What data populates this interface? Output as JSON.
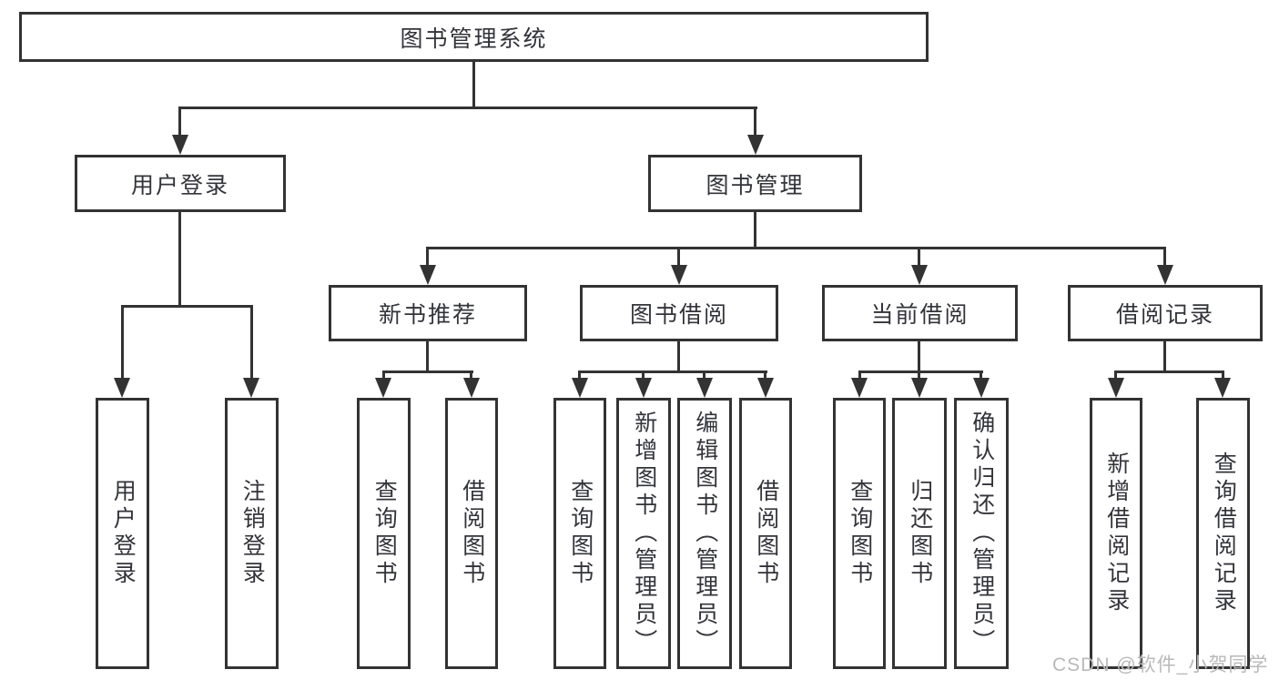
{
  "colors": {
    "line": "#333333",
    "node_border": "#333333",
    "node_fill": "#ffffff",
    "text": "#33343a",
    "background": "#ffffff",
    "watermark_text": "#b9b9b9"
  },
  "watermark": {
    "text": "CSDN @软件_小贺同学"
  },
  "tree": {
    "root": {
      "label": "图书管理系统"
    },
    "children": [
      {
        "label": "用户登录",
        "children": [
          {
            "label": "用户登录"
          },
          {
            "label": "注销登录"
          }
        ]
      },
      {
        "label": "图书管理",
        "children": [
          {
            "label": "新书推荐",
            "children": [
              {
                "label": "查询图书"
              },
              {
                "label": "借阅图书"
              }
            ]
          },
          {
            "label": "图书借阅",
            "children": [
              {
                "label": "查询图书"
              },
              {
                "label": "新增图书（管理员）"
              },
              {
                "label": "编辑图书（管理员）"
              },
              {
                "label": "借阅图书"
              }
            ]
          },
          {
            "label": "当前借阅",
            "children": [
              {
                "label": "查询图书"
              },
              {
                "label": "归还图书"
              },
              {
                "label": "确认归还（管理员）"
              }
            ]
          },
          {
            "label": "借阅记录",
            "children": [
              {
                "label": "新增借阅记录"
              },
              {
                "label": "查询借阅记录"
              }
            ]
          }
        ]
      }
    ]
  }
}
